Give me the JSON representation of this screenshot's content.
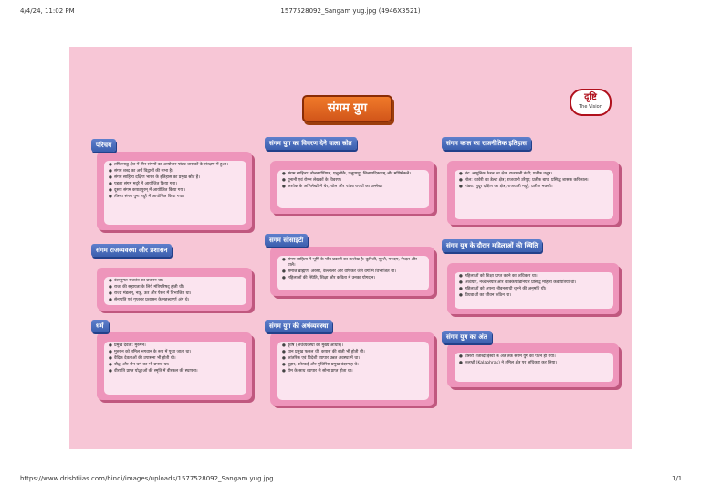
{
  "browser": {
    "datetime": "4/4/24, 11:02 PM",
    "doc_title": "1577528092_Sangam yug.jpg (4946X3521)",
    "url": "https://www.drishtiias.com/hindi/images/uploads/1577528092_Sangam yug.jpg",
    "page_count": "1/1"
  },
  "poster": {
    "title": "संगम युग",
    "logo_text": "दृष्टि",
    "logo_subtext": "The Vision",
    "panels": [
      {
        "heading": "परिचय",
        "items": [
          "तमिलनाडु क्षेत्र में तीन संगमों का आयोजन पांड्य शासकों के संरक्षण में हुआ।",
          "संगम शब्द का अर्थ विद्वानों की सभा है।",
          "संगम साहित्य दक्षिण भारत के इतिहास का प्रमुख स्रोत है।",
          "पहला संगम मदुरै में आयोजित किया गया।",
          "दूसरा संगम कपाटपुरम् में आयोजित किया गया।",
          "तीसरा संगम पुनः मदुरै में आयोजित किया गया।"
        ]
      },
      {
        "heading": "संगम युग का विवरण देने वाला स्रोत",
        "items": [
          "संगम साहित्य: तोलकाप्पियम, एत्तुत्तोकै, पत्तुप्पाट्टु, शिलप्पदिकारम् और मणिमेकलै।",
          "यूनानी एवं रोमन लेखकों के विवरण।",
          "अशोक के अभिलेखों में चेर, चोल और पांड्य राज्यों का उल्लेख।"
        ]
      },
      {
        "heading": "संगम काल का राजनीतिक इतिहास",
        "items": [
          "चेर: आधुनिक केरल का क्षेत्र; राजधानी वंजी; प्रतीक धनुष।",
          "चोल: कावेरी का डेल्टा क्षेत्र; राजधानी उरैयूर; प्रतीक बाघ; प्रसिद्ध शासक करिकाल।",
          "पांड्य: सुदूर दक्षिण का क्षेत्र; राजधानी मदुरै; प्रतीक मछली।"
        ]
      },
      {
        "heading": "संगम राजव्यवस्था और प्रशासन",
        "items": [
          "वंशानुगत राजतंत्र का प्रचलन था।",
          "राजा की सहायता के लिये मंत्रिपरिषद् होती थी।",
          "राज्य मंडलम्, नाडु, ऊर और पेरूर में विभाजित था।",
          "सेनापति एवं गुप्तचर प्रशासन के महत्त्वपूर्ण अंग थे।"
        ]
      },
      {
        "heading": "संगम सोसाइटी",
        "items": [
          "संगम साहित्य में भूमि के पाँच प्रकारों का उल्लेख है: कुरिंजी, मुल्लै, मरुदम, नेय्दल और पालै।",
          "समाज ब्राह्मण, अरसर, वेल्लालर और वणिकर जैसे वर्गों में विभाजित था।",
          "महिलाओं की स्थिति, शिक्षा और कविता में उनका योगदान।"
        ]
      },
      {
        "heading": "संगम युग के दौरान महिलाओं की स्थिति",
        "items": [
          "महिलाओं को शिक्षा प्राप्त करने का अधिकार था।",
          "अव्वैयार, नच्चेल्लैयार और काक्कैपाडिनियार प्रसिद्ध महिला कवयित्रियाँ थीं।",
          "महिलाओं को अपना जीवनसाथी चुनने की अनुमति थी।",
          "विधवाओं का जीवन कठिन था।"
        ]
      },
      {
        "heading": "धर्म",
        "items": [
          "प्रमुख देवता: मुरुगन।",
          "मुरुगन को तमिल भगवान के रूप में पूजा जाता था।",
          "वैदिक देवताओं की उपासना भी होती थी।",
          "बौद्ध और जैन धर्म का भी प्रभाव था।",
          "वीरगति प्राप्त योद्धाओं की स्मृति में वीरकल की स्थापना।"
        ]
      },
      {
        "heading": "संगम युग की अर्थव्यवस्था",
        "items": [
          "कृषि (अर्थव्यवस्था का मुख्य आधार)।",
          "धान प्रमुख फसल थी; कपास की खेती भी होती थी।",
          "आंतरिक एवं विदेशी व्यापार उन्नत अवस्था में था।",
          "पुहार, कोरकई और मुजिरिस प्रमुख बंदरगाह थे।",
          "रोम के साथ व्यापार से सोना प्राप्त होता था।"
        ]
      },
      {
        "heading": "संगम युग का अंत",
        "items": [
          "तीसरी शताब्दी ईस्वी के अंत तक संगम युग का पतन हो गया।",
          "कलभ्रों (Kalabhras) ने तमिल क्षेत्र पर अधिकार कर लिया।"
        ]
      }
    ]
  }
}
